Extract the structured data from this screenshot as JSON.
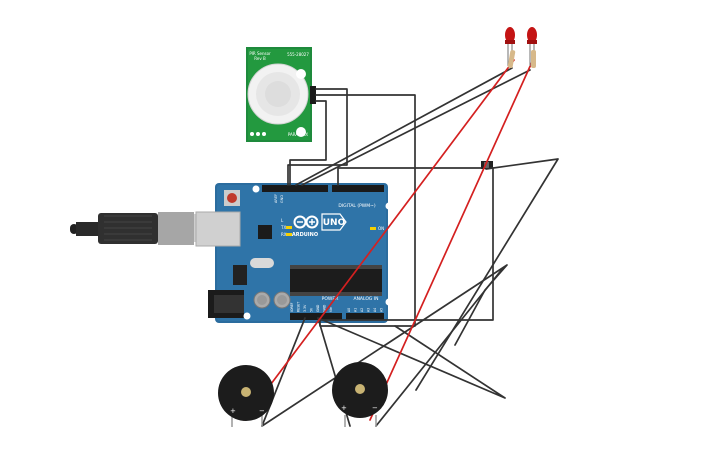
{
  "pir_sensor": {
    "title_line1": "PIR Sensor",
    "title_line2": "Rev B",
    "part_number": "555-28027",
    "brand": "PARALLAX"
  },
  "arduino": {
    "brand": "ARDUINO",
    "model": "UNO",
    "label_digital": "DIGITAL (PWM~)",
    "label_power": "POWER",
    "label_analog": "ANALOG IN",
    "label_tx": "TX",
    "label_rx": "RX",
    "label_on": "ON",
    "label_l": "L",
    "pin_aref": "AREF",
    "pin_gnd": "GND",
    "analog_pins": [
      "A0",
      "A1",
      "A2",
      "A3",
      "A4",
      "A5"
    ],
    "power_pins": [
      "IOREF",
      "RESET",
      "3.3V",
      "5V",
      "GND",
      "GND",
      "Vin"
    ]
  },
  "buzzers": [
    {
      "plus": "+",
      "minus": "−"
    },
    {
      "plus": "+",
      "minus": "−"
    }
  ],
  "colors": {
    "board_blue": "#2b6c9e",
    "pcb_green": "#1e8a3c",
    "wire_black": "#333333",
    "wire_red": "#d42020",
    "led_red": "#c41414"
  }
}
